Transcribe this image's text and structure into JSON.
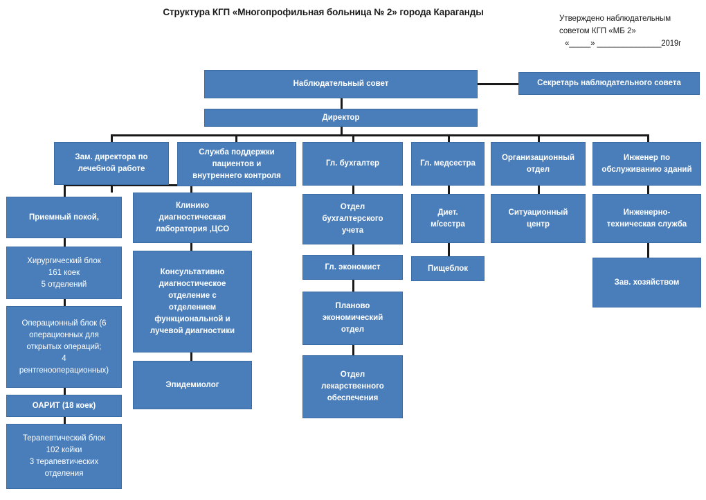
{
  "document": {
    "title": "Структура КГП «Многопрофильная больница № 2» города Караганды",
    "approval": {
      "line1": "Утверждено наблюдательным",
      "line2": "советом КГП «МБ 2»",
      "line3": "«_____» _______________2019г"
    }
  },
  "nodes": {
    "supervisory_board": "Наблюдательный совет",
    "board_secretary": "Секретарь наблюдательного совета",
    "director": "Директор",
    "deputy_director_medical": "Зам. директора по\nлечебной работе",
    "patient_support_service": "Служба поддержки\nпациентов и\nвнутреннего контроля",
    "chief_accountant": "Гл. бухгалтер",
    "chief_nurse": "Гл. медсестра",
    "organizational_department": "Организационный\nотдел",
    "building_engineer": "Инженер по\nобслуживанию зданий",
    "admission_ward": "Приемный покой,",
    "surgical_block": "Хирургический блок\n161 коек\n5 отделений",
    "operating_block": "Операционный блок (6\nоперационных для\nоткрытых операций;\n4\nрентгенооперационных)",
    "oarit": "ОАРИТ (18 коек)",
    "therapeutic_block": "Терапевтический блок\n102 койки\n3 терапевтических\nотделения",
    "clinical_lab": "Клинико\nдиагностическая\nлаборатория ,ЦСО",
    "consultative_diagnostic": "Консультативно\nдиагностическое\nотделение с\nотделением\nфункциональной и\nлучевой диагностики",
    "epidemiologist": "Эпидемиолог",
    "accounting_department": "Отдел\nбухгалтерского\nучета",
    "chief_economist": "Гл. экономист",
    "planning_economic": "Планово\nэкономический\nотдел",
    "drug_supply": "Отдел\nлекарственного\nобеспечения",
    "diet_nurse": "Диет.\nм/сестра",
    "food_unit": "Пищеблок",
    "situational_center": "Ситуационный\nцентр",
    "engineering_technical": "Инженерно-\nтехническая служба",
    "facilities_manager": "Зав. хозяйством"
  },
  "colors": {
    "node_fill": "#4a7ebb",
    "node_border": "#3a6ba5",
    "node_text": "#ffffff",
    "connector": "#1a1a1a",
    "page_background": "#ffffff"
  }
}
